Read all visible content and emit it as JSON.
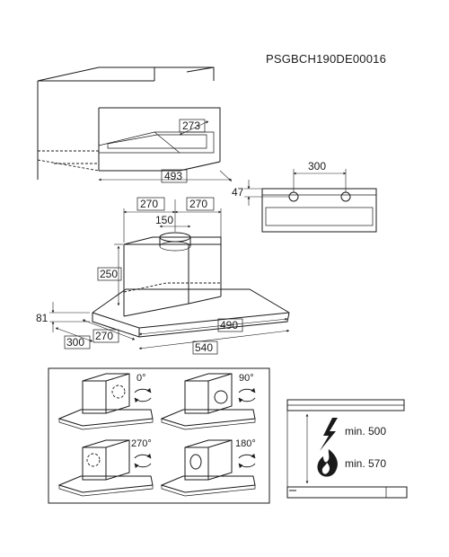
{
  "header": {
    "code": "PSGBCH190DE00016"
  },
  "cabinet": {
    "depth": "273",
    "width": "493"
  },
  "chimney_hole": {
    "spacing": "300",
    "height": "47"
  },
  "hood": {
    "left_offset": "270",
    "right_offset": "270",
    "outlet": "150",
    "box_height": "250",
    "base_height": "81",
    "front_depth": "300",
    "side_depth": "270",
    "inner_width": "490",
    "total_width": "540"
  },
  "rotations": {
    "r0": "0°",
    "r90": "90°",
    "r270": "270°",
    "r180": "180°"
  },
  "clearance": {
    "electric": "min. 500",
    "gas": "min. 570"
  }
}
